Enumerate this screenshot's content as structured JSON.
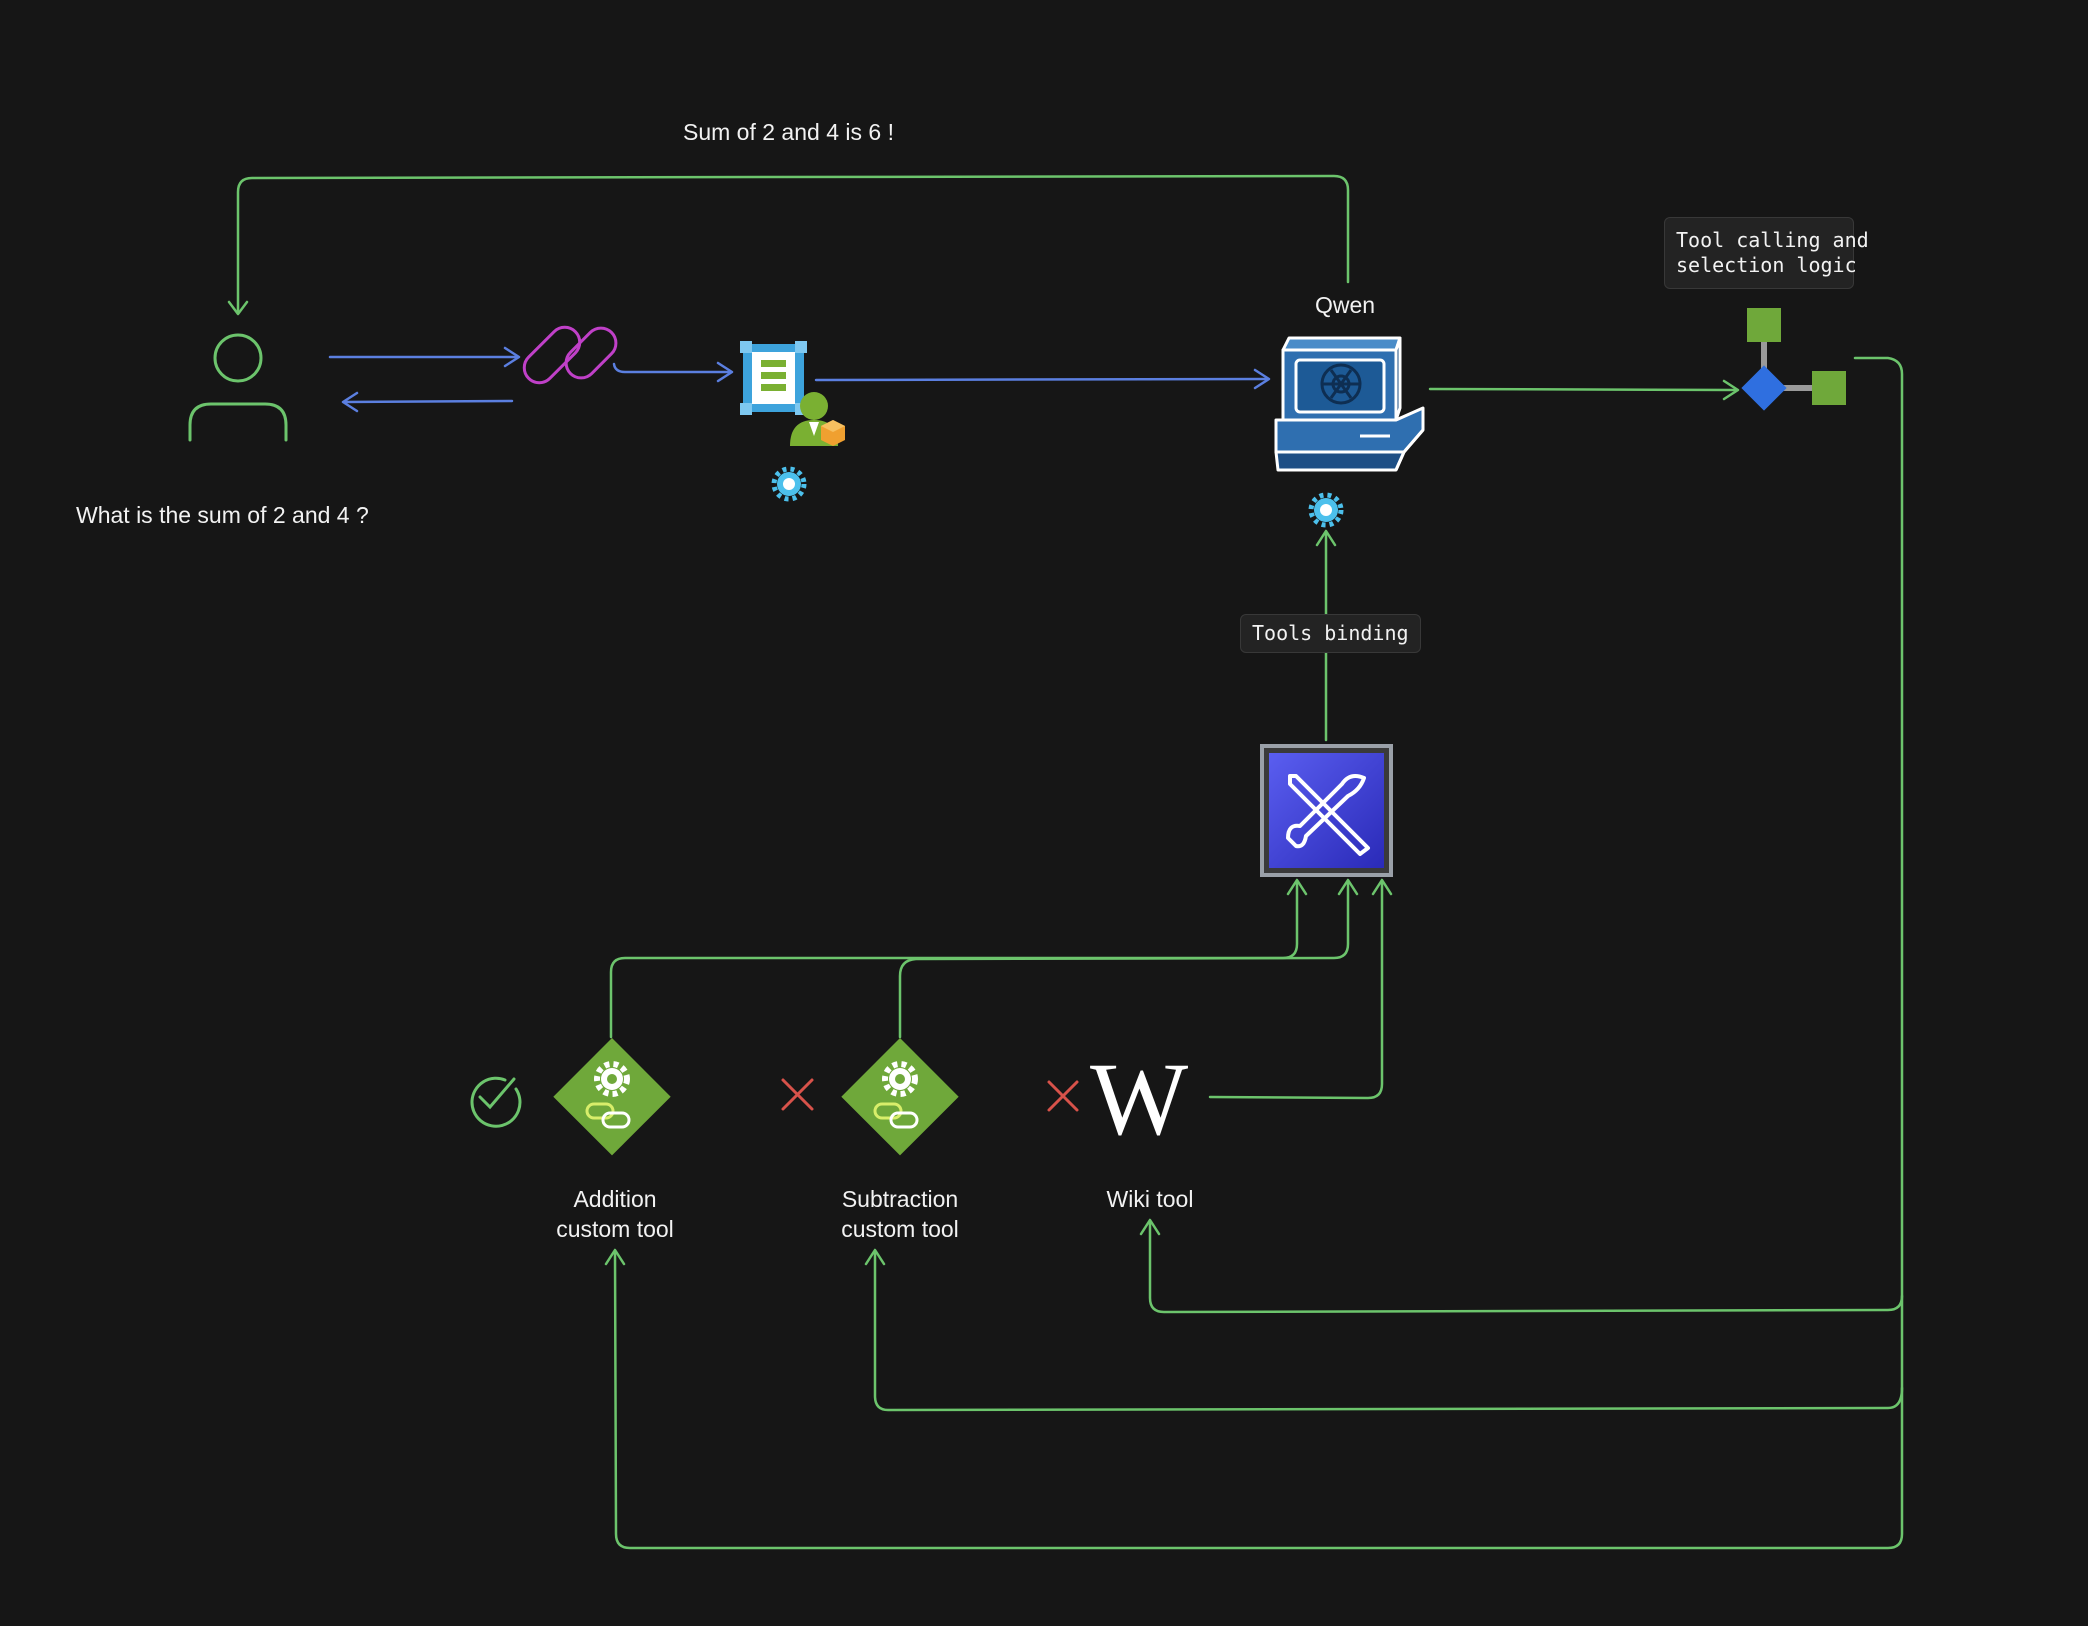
{
  "colors": {
    "background": "#161616",
    "green_connector": "#6cc46c",
    "blue_connector": "#5b7fe0",
    "chain": "#c040c8",
    "tool_green": "#6fa83a",
    "tools_purple": "#3b3fd0",
    "diamond_blue": "#2f6fe0",
    "cross_red": "#d8524a"
  },
  "labels": {
    "response": "Sum of 2 and 4 is 6 !",
    "question": "What is the sum of 2 and 4 ?",
    "llm": "Qwen",
    "selection_logic": "Tool calling and\nselection logic",
    "tools_binding": "Tools binding",
    "addition_tool": "Addition\ncustom tool",
    "subtraction_tool": "Subtraction\ncustom tool",
    "wiki_tool": "Wiki tool",
    "wiki_glyph": "W"
  },
  "icons": {
    "user": "user-icon",
    "chain": "link-icon",
    "prompt": "prompt-agent-icon",
    "computer": "computer-openai-icon",
    "tools": "tools-icon",
    "selection": "decision-node-icon",
    "check": "check-circle-icon",
    "cross": "cross-icon",
    "gear": "gear-icon"
  }
}
